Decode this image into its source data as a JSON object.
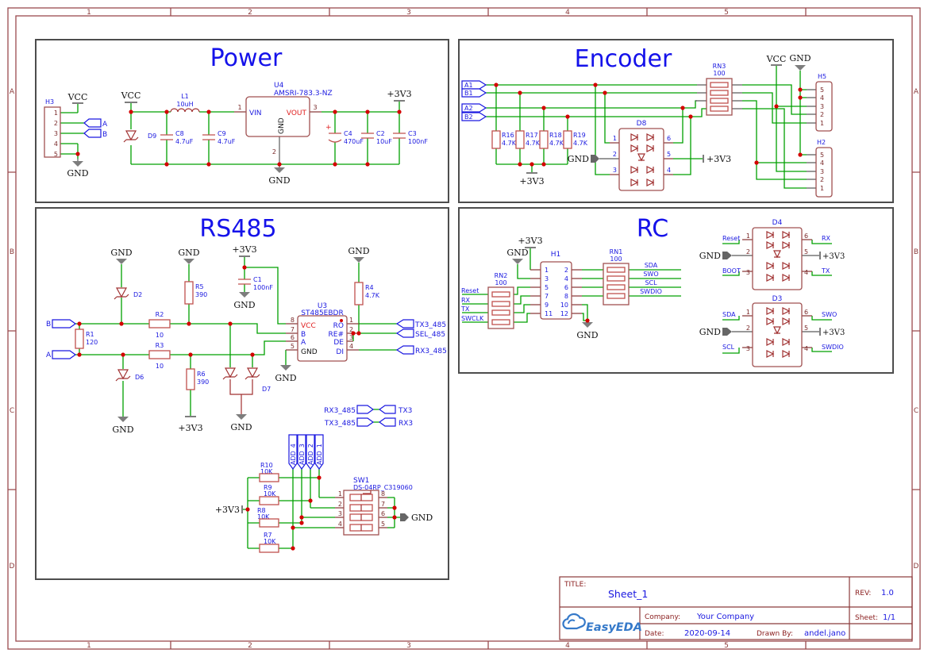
{
  "frame": {
    "cols": [
      "1",
      "2",
      "3",
      "4",
      "5"
    ],
    "rows": [
      "A",
      "B",
      "C",
      "D"
    ]
  },
  "titles": {
    "power": "Power",
    "encoder": "Encoder",
    "rs485": "RS485",
    "rc": "RC"
  },
  "nets": {
    "gnd": "GND",
    "vcc": "VCC",
    "v33": "+3V3"
  },
  "pins": {
    "p1": "1",
    "p2": "2",
    "p3": "3",
    "p4": "4",
    "p5": "5",
    "p6": "6",
    "p7": "7",
    "p8": "8",
    "p9": "9",
    "p10": "10",
    "p11": "11",
    "p12": "12"
  },
  "ports": {
    "a": "A",
    "b": "B",
    "a1": "A1",
    "b1": "B1",
    "a2": "A2",
    "b2": "B2",
    "tx3_485": "TX3_485",
    "sel_485": "SEL_485",
    "rx3_485": "RX3_485",
    "tx3": "TX3",
    "rx3": "RX3",
    "add1": "ADD_1",
    "add2": "ADD_2",
    "add3": "ADD_3",
    "add4": "ADD_4",
    "reset": "Reset",
    "rx": "RX",
    "tx": "TX",
    "swclk": "SWCLK",
    "boot": "BOOT",
    "sda": "SDA",
    "swo": "SWO",
    "scl": "SCL",
    "swdio": "SWDIO"
  },
  "components": {
    "h3": "H3",
    "h5": "H5",
    "h2": "H2",
    "h1": "H1",
    "d9": "D9",
    "d2": "D2",
    "d6": "D6",
    "d7": "D7",
    "d8": "D8",
    "d4": "D4",
    "d3": "D3",
    "l1": {
      "ref": "L1",
      "val": "10uH"
    },
    "c1": {
      "ref": "C1",
      "val": "100nF"
    },
    "c2": {
      "ref": "C2",
      "val": "10uF"
    },
    "c3": {
      "ref": "C3",
      "val": "100nF"
    },
    "c4": {
      "ref": "C4",
      "val": "470uF"
    },
    "c8": {
      "ref": "C8",
      "val": "4.7uF"
    },
    "c9": {
      "ref": "C9",
      "val": "4.7uF"
    },
    "u4": {
      "ref": "U4",
      "part": "AMSRI-783.3-NZ",
      "vin": "VIN",
      "vout": "VOUT",
      "gnd": "GND"
    },
    "u3": {
      "ref": "U3",
      "part": "ST485EBDR",
      "vcc": "VCC",
      "b": "B",
      "a": "A",
      "gnd": "GND",
      "ro": "RO",
      "re": "RE#",
      "de": "DE",
      "di": "DI"
    },
    "r1": {
      "ref": "R1",
      "val": "120"
    },
    "r2": {
      "ref": "R2",
      "val": "10"
    },
    "r3": {
      "ref": "R3",
      "val": "10"
    },
    "r4": {
      "ref": "R4",
      "val": "4.7K"
    },
    "r5": {
      "ref": "R5",
      "val": "390"
    },
    "r6": {
      "ref": "R6",
      "val": "390"
    },
    "r7": {
      "ref": "R7",
      "val": "10K"
    },
    "r8": {
      "ref": "R8",
      "val": "10K"
    },
    "r9": {
      "ref": "R9",
      "val": "10K"
    },
    "r10": {
      "ref": "R10",
      "val": "10K"
    },
    "r16": {
      "ref": "R16",
      "val": "4.7K"
    },
    "r17": {
      "ref": "R17",
      "val": "4.7K"
    },
    "r18": {
      "ref": "R18",
      "val": "4.7K"
    },
    "r19": {
      "ref": "R19",
      "val": "4.7K"
    },
    "rn1": {
      "ref": "RN1",
      "val": "100"
    },
    "rn2": {
      "ref": "RN2",
      "val": "100"
    },
    "rn3": {
      "ref": "RN3",
      "val": "100"
    },
    "sw1": {
      "ref": "SW1",
      "part": "DS-04RP_C319060"
    }
  },
  "title_block": {
    "title_label": "TITLE:",
    "title": "Sheet_1",
    "rev_label": "REV:",
    "rev": "1.0",
    "company_label": "Company:",
    "company": "Your Company",
    "sheet_label": "Sheet:",
    "sheet": "1/1",
    "date_label": "Date:",
    "date": "2020-09-14",
    "drawn_label": "Drawn By:",
    "drawn_by": "andel.jano",
    "logo": "EasyEDA"
  }
}
